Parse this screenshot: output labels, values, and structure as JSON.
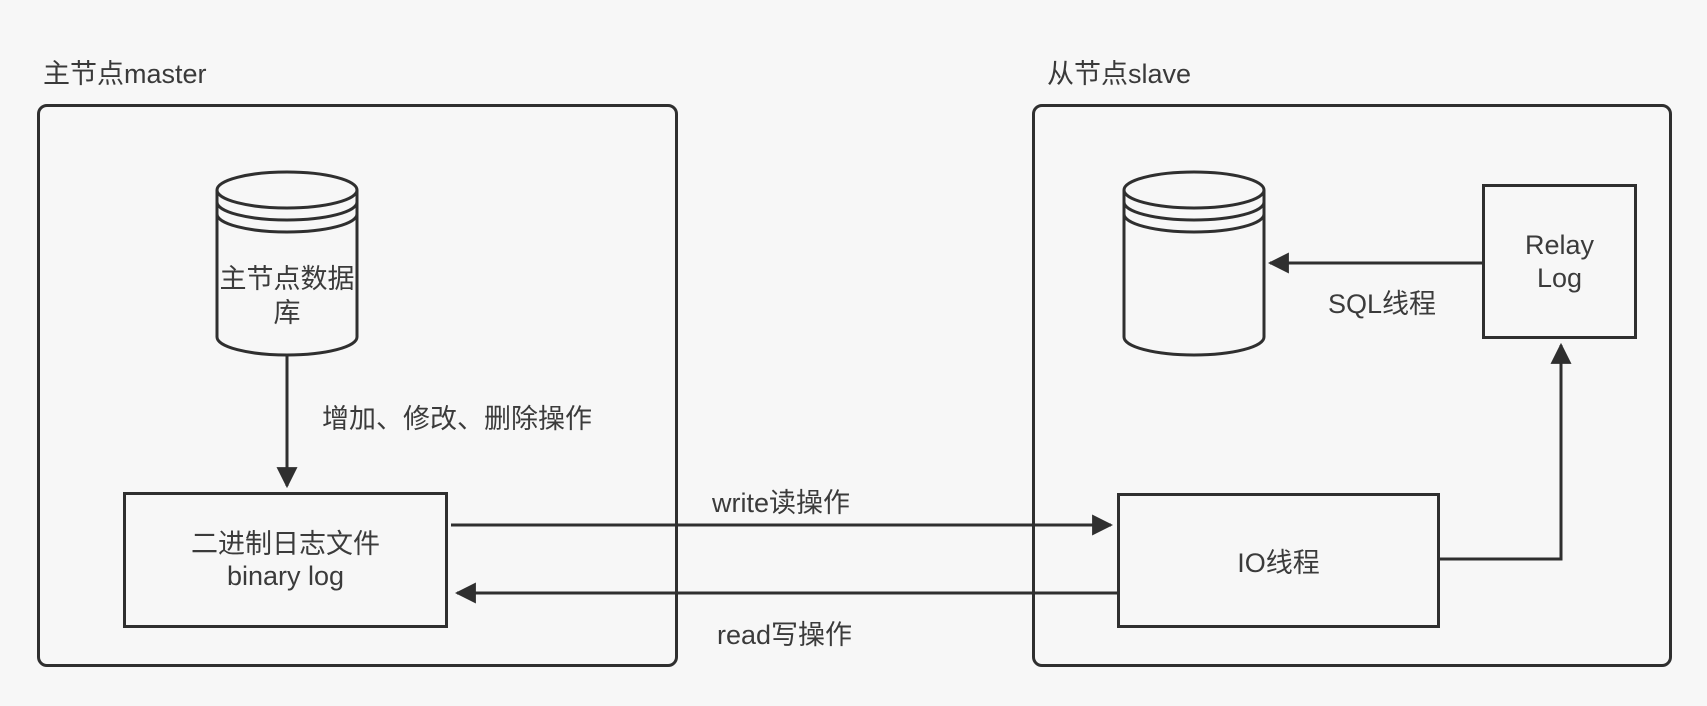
{
  "diagram": {
    "background_color": "#f7f7f7",
    "line_color": "#2f2f2f",
    "text_color": "#3b3b3b"
  },
  "master": {
    "title": "主节点master",
    "database": {
      "label_line1": "主节点数据",
      "label_line2": "库"
    },
    "operations_label": "增加、修改、删除操作",
    "binary_log": {
      "label_line1": "二进制日志文件",
      "label_line2": "binary log"
    }
  },
  "slave": {
    "title": "从节点slave",
    "io_thread_label": "IO线程",
    "sql_thread_label": "SQL线程",
    "relay_log": {
      "label_line1": "Relay",
      "label_line2": "Log"
    }
  },
  "links": {
    "write_label": "write读操作",
    "read_label": "read写操作"
  }
}
